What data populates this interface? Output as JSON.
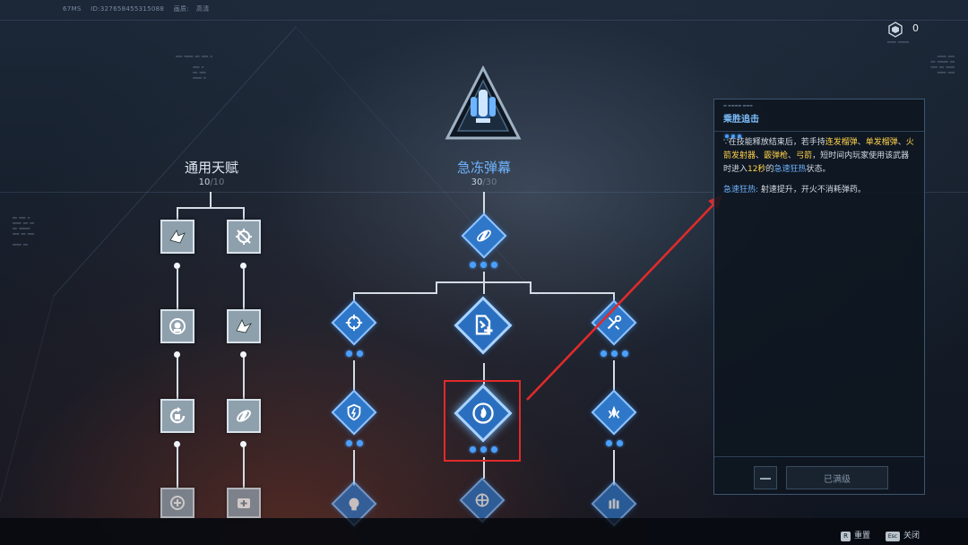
{
  "top_info": {
    "fps": "67MS",
    "id": "ID:327658455315088",
    "quality_label": "画质:",
    "quality_value": "高清"
  },
  "currency": {
    "icon": "hex-currency-icon",
    "value": "0"
  },
  "trees": {
    "general": {
      "title": "通用天赋",
      "points": "10",
      "max": "/10"
    },
    "main": {
      "title": "急冻弹幕",
      "points": "30",
      "max": "/30"
    }
  },
  "emblem": {
    "icon": "missile-emblem-icon"
  },
  "detail_panel": {
    "skill_name": "乘胜追击",
    "desc_prefix": "∵在技能释放结束后，若手持",
    "w1": "连发榴弹",
    "sep1": "、",
    "w2": "单发榴弹",
    "sep2": "、",
    "w3": "火箭发射器",
    "sep3": "、",
    "w4": "霰弹枪",
    "sep4": "、",
    "w5": "弓箭",
    "desc_mid": "，短时间内玩家使用该武器时进入",
    "duration": "12秒",
    "desc_of": "的",
    "status_name": "急速狂热",
    "desc_suffix": "状态。",
    "effect_name": "急速狂热:",
    "effect_desc": "射速提升，开火不消耗弹药。",
    "max_label": "已满级"
  },
  "bottom_bar": {
    "reset_key": "R",
    "reset_label": "重置",
    "close_key": "Esc",
    "close_label": "关闭"
  },
  "colors": {
    "highlight_yellow": "#ffd24a",
    "highlight_blue": "#6fb4ff",
    "annotation_red": "#e12a2a"
  }
}
